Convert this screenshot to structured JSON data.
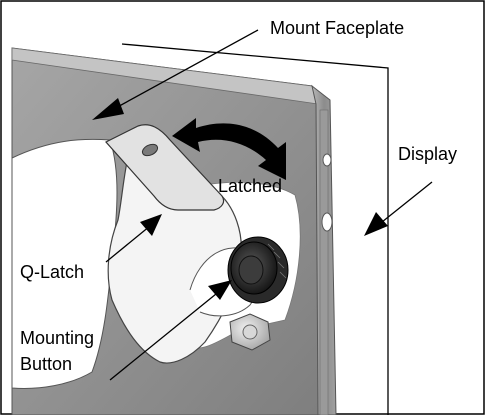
{
  "labels": {
    "mount_faceplate": "Mount Faceplate",
    "display": "Display",
    "latched": "Latched",
    "q_latch": "Q-Latch",
    "mounting_button_line1": "Mounting",
    "mounting_button_line2": "Button"
  },
  "colors": {
    "faceplate": "#8f8f8f",
    "faceplate_top": "#bdbdbd",
    "display_edge": "#9e9e9e",
    "latch": "#f2f2f2",
    "button": "#1f1f1f",
    "arrow": "#000000"
  },
  "icons": {
    "rotation_arrow": "curved-double-arrow-icon"
  }
}
